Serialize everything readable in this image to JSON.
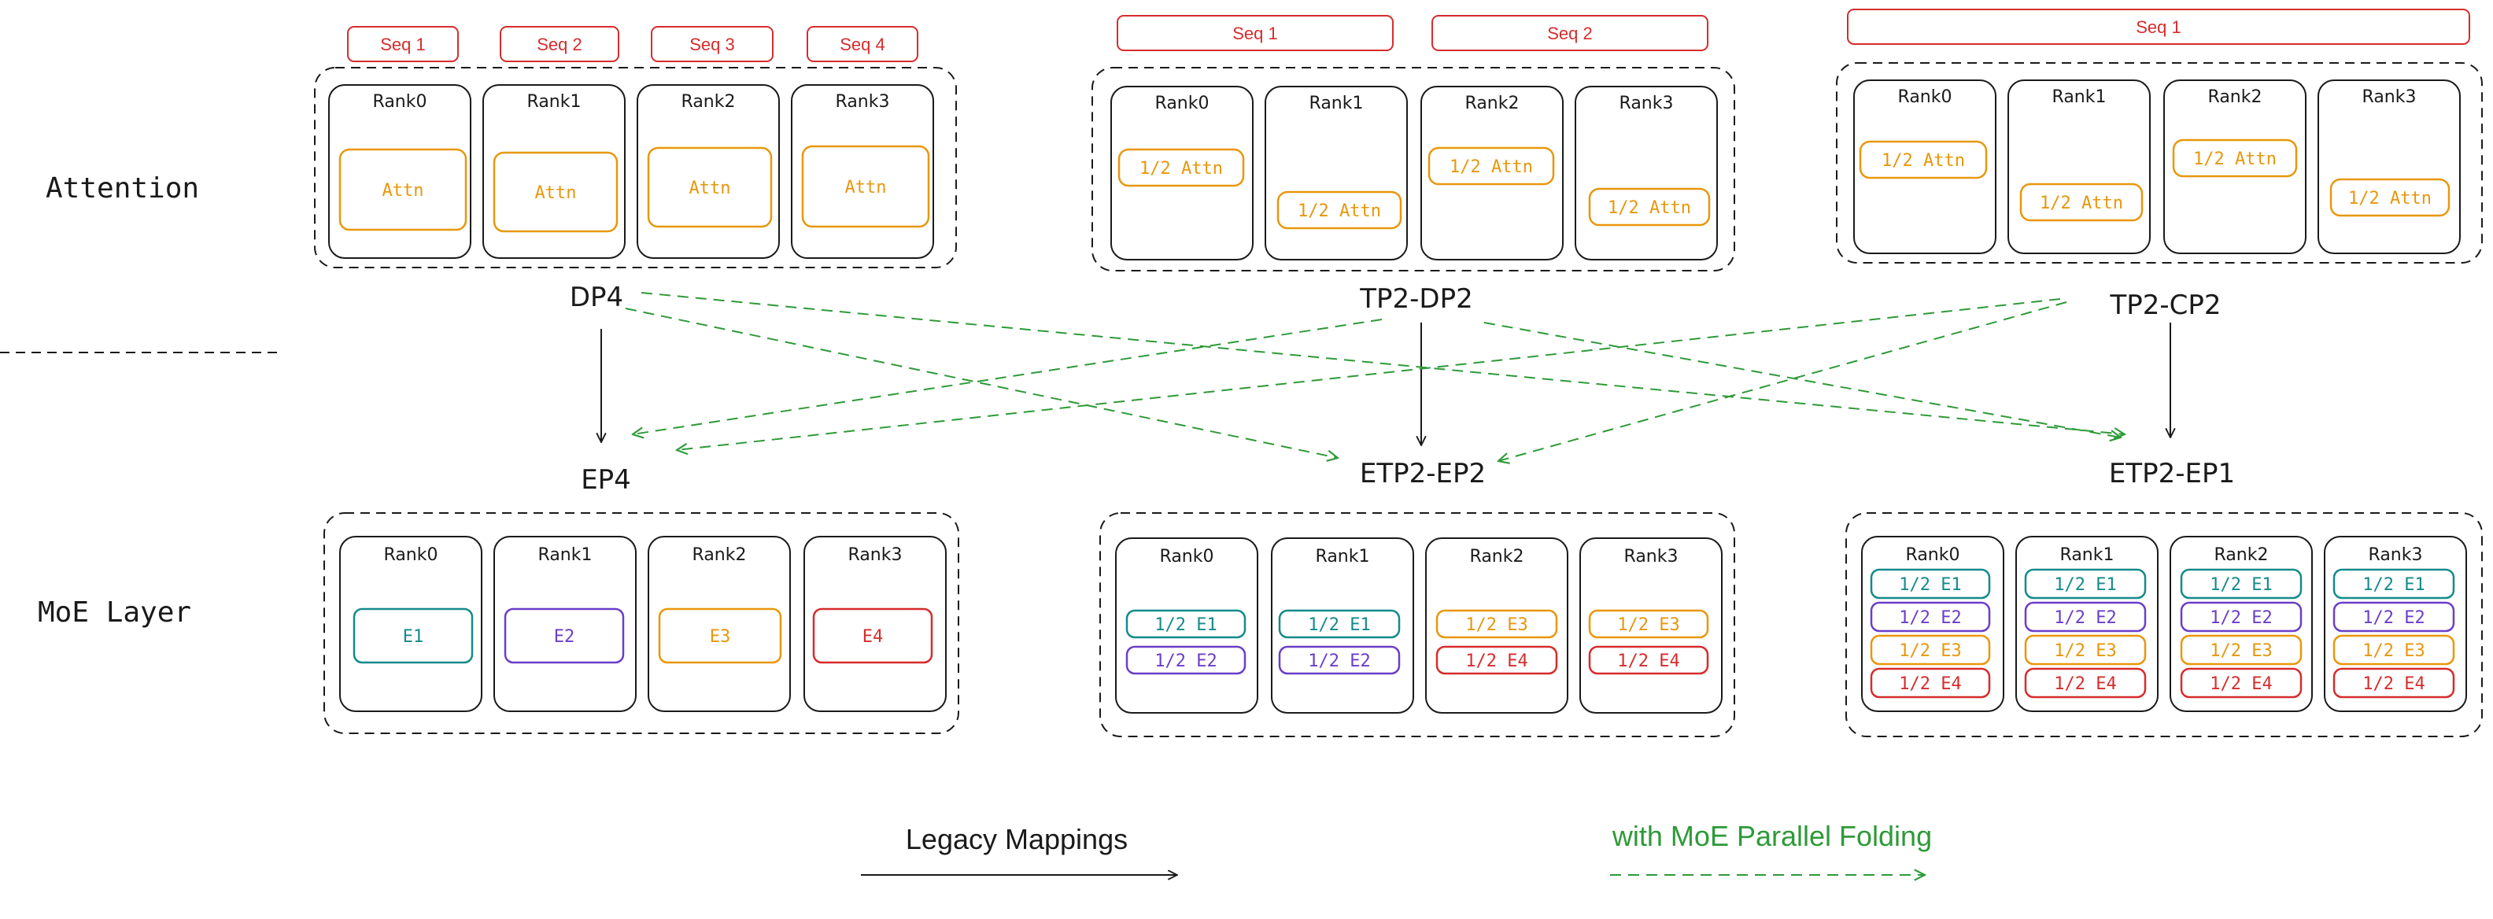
{
  "colors": {
    "ink": "#1a1a1a",
    "seq": "#d62c2c",
    "attn": "#e8970c",
    "teal": "#158a8a",
    "purple": "#6a3fc8",
    "orange": "#e8970c",
    "red": "#d62c2c",
    "green": "#2e9a38"
  },
  "layers": {
    "attention": "Attention",
    "moe": "MoE Layer"
  },
  "top_groups": [
    {
      "label": "DP4",
      "seqs": [
        "Seq 1",
        "Seq 2",
        "Seq 3",
        "Seq 4"
      ],
      "ranks": [
        {
          "name": "Rank0",
          "block": "Attn"
        },
        {
          "name": "Rank1",
          "block": "Attn"
        },
        {
          "name": "Rank2",
          "block": "Attn"
        },
        {
          "name": "Rank3",
          "block": "Attn"
        }
      ]
    },
    {
      "label": "TP2-DP2",
      "seqs": [
        "Seq 1",
        "Seq 2"
      ],
      "ranks": [
        {
          "name": "Rank0",
          "block": "1/2 Attn"
        },
        {
          "name": "Rank1",
          "block": "1/2 Attn"
        },
        {
          "name": "Rank2",
          "block": "1/2 Attn"
        },
        {
          "name": "Rank3",
          "block": "1/2 Attn"
        }
      ]
    },
    {
      "label": "TP2-CP2",
      "seqs": [
        "Seq 1"
      ],
      "ranks": [
        {
          "name": "Rank0",
          "block": "1/2 Attn"
        },
        {
          "name": "Rank1",
          "block": "1/2 Attn"
        },
        {
          "name": "Rank2",
          "block": "1/2 Attn"
        },
        {
          "name": "Rank3",
          "block": "1/2 Attn"
        }
      ]
    }
  ],
  "bottom_groups": [
    {
      "label": "EP4",
      "ranks": [
        {
          "name": "Rank0",
          "experts": [
            {
              "text": "E1",
              "color": "#158a8a"
            }
          ]
        },
        {
          "name": "Rank1",
          "experts": [
            {
              "text": "E2",
              "color": "#6a3fc8"
            }
          ]
        },
        {
          "name": "Rank2",
          "experts": [
            {
              "text": "E3",
              "color": "#e8970c"
            }
          ]
        },
        {
          "name": "Rank3",
          "experts": [
            {
              "text": "E4",
              "color": "#d62c2c"
            }
          ]
        }
      ]
    },
    {
      "label": "ETP2-EP2",
      "ranks": [
        {
          "name": "Rank0",
          "experts": [
            {
              "text": "1/2 E1",
              "color": "#158a8a"
            },
            {
              "text": "1/2 E2",
              "color": "#6a3fc8"
            }
          ]
        },
        {
          "name": "Rank1",
          "experts": [
            {
              "text": "1/2 E1",
              "color": "#158a8a"
            },
            {
              "text": "1/2 E2",
              "color": "#6a3fc8"
            }
          ]
        },
        {
          "name": "Rank2",
          "experts": [
            {
              "text": "1/2 E3",
              "color": "#e8970c"
            },
            {
              "text": "1/2 E4",
              "color": "#d62c2c"
            }
          ]
        },
        {
          "name": "Rank3",
          "experts": [
            {
              "text": "1/2 E3",
              "color": "#e8970c"
            },
            {
              "text": "1/2 E4",
              "color": "#d62c2c"
            }
          ]
        }
      ]
    },
    {
      "label": "ETP2-EP1",
      "ranks": [
        {
          "name": "Rank0",
          "experts": [
            {
              "text": "1/2 E1",
              "color": "#158a8a"
            },
            {
              "text": "1/2 E2",
              "color": "#6a3fc8"
            },
            {
              "text": "1/2 E3",
              "color": "#e8970c"
            },
            {
              "text": "1/2 E4",
              "color": "#d62c2c"
            }
          ]
        },
        {
          "name": "Rank1",
          "experts": [
            {
              "text": "1/2 E1",
              "color": "#158a8a"
            },
            {
              "text": "1/2 E2",
              "color": "#6a3fc8"
            },
            {
              "text": "1/2 E3",
              "color": "#e8970c"
            },
            {
              "text": "1/2 E4",
              "color": "#d62c2c"
            }
          ]
        },
        {
          "name": "Rank2",
          "experts": [
            {
              "text": "1/2 E1",
              "color": "#158a8a"
            },
            {
              "text": "1/2 E2",
              "color": "#6a3fc8"
            },
            {
              "text": "1/2 E3",
              "color": "#e8970c"
            },
            {
              "text": "1/2 E4",
              "color": "#d62c2c"
            }
          ]
        },
        {
          "name": "Rank3",
          "experts": [
            {
              "text": "1/2 E1",
              "color": "#158a8a"
            },
            {
              "text": "1/2 E2",
              "color": "#6a3fc8"
            },
            {
              "text": "1/2 E3",
              "color": "#e8970c"
            },
            {
              "text": "1/2 E4",
              "color": "#d62c2c"
            }
          ]
        }
      ]
    }
  ],
  "legend": {
    "legacy": "Legacy Mappings",
    "folding": "with MoE Parallel Folding"
  }
}
